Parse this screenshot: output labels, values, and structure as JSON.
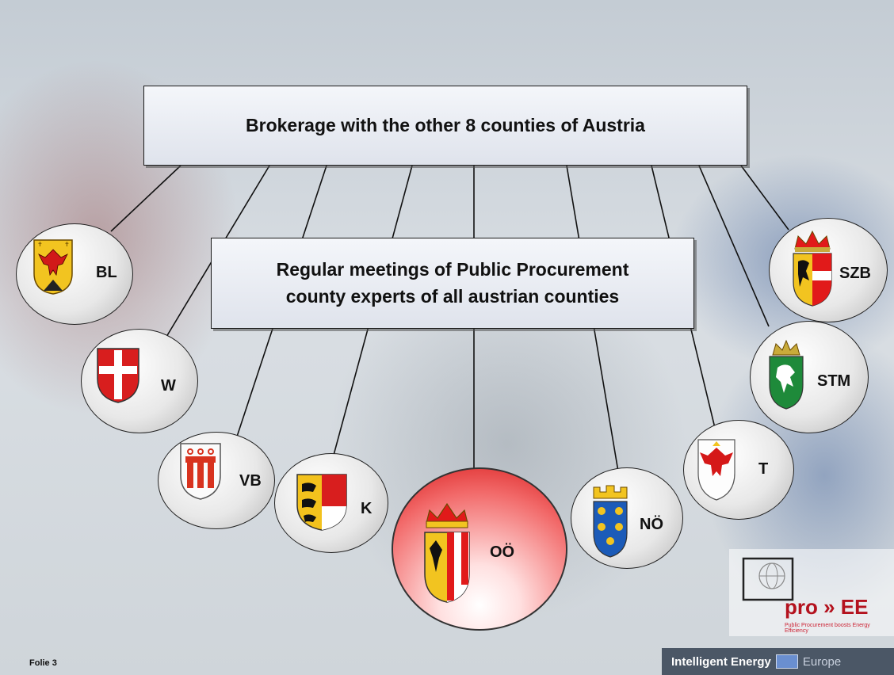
{
  "brokerage_box": {
    "text": "Brokerage with the other 8 counties of Austria"
  },
  "meetings_box": {
    "line1": "Regular meetings of Public Procurement",
    "line2": "county experts of all austrian counties"
  },
  "counties": {
    "bl": "BL",
    "w": "W",
    "vb": "VB",
    "k": "K",
    "oo": "OÖ",
    "no": "NÖ",
    "t": "T",
    "stm": "STM",
    "szb": "SZB"
  },
  "footer": {
    "slide_number": "Folie 3"
  },
  "logos": {
    "pro_ee": "pro » EE",
    "pro_ee_sub": "Public Procurement boosts Energy Efficiency",
    "intelligent_energy": "Intelligent Energy",
    "europe": "Europe"
  },
  "colors": {
    "highlight": "#d81a1a",
    "box_border": "#1a1a1a",
    "brand_red": "#b4121e"
  }
}
